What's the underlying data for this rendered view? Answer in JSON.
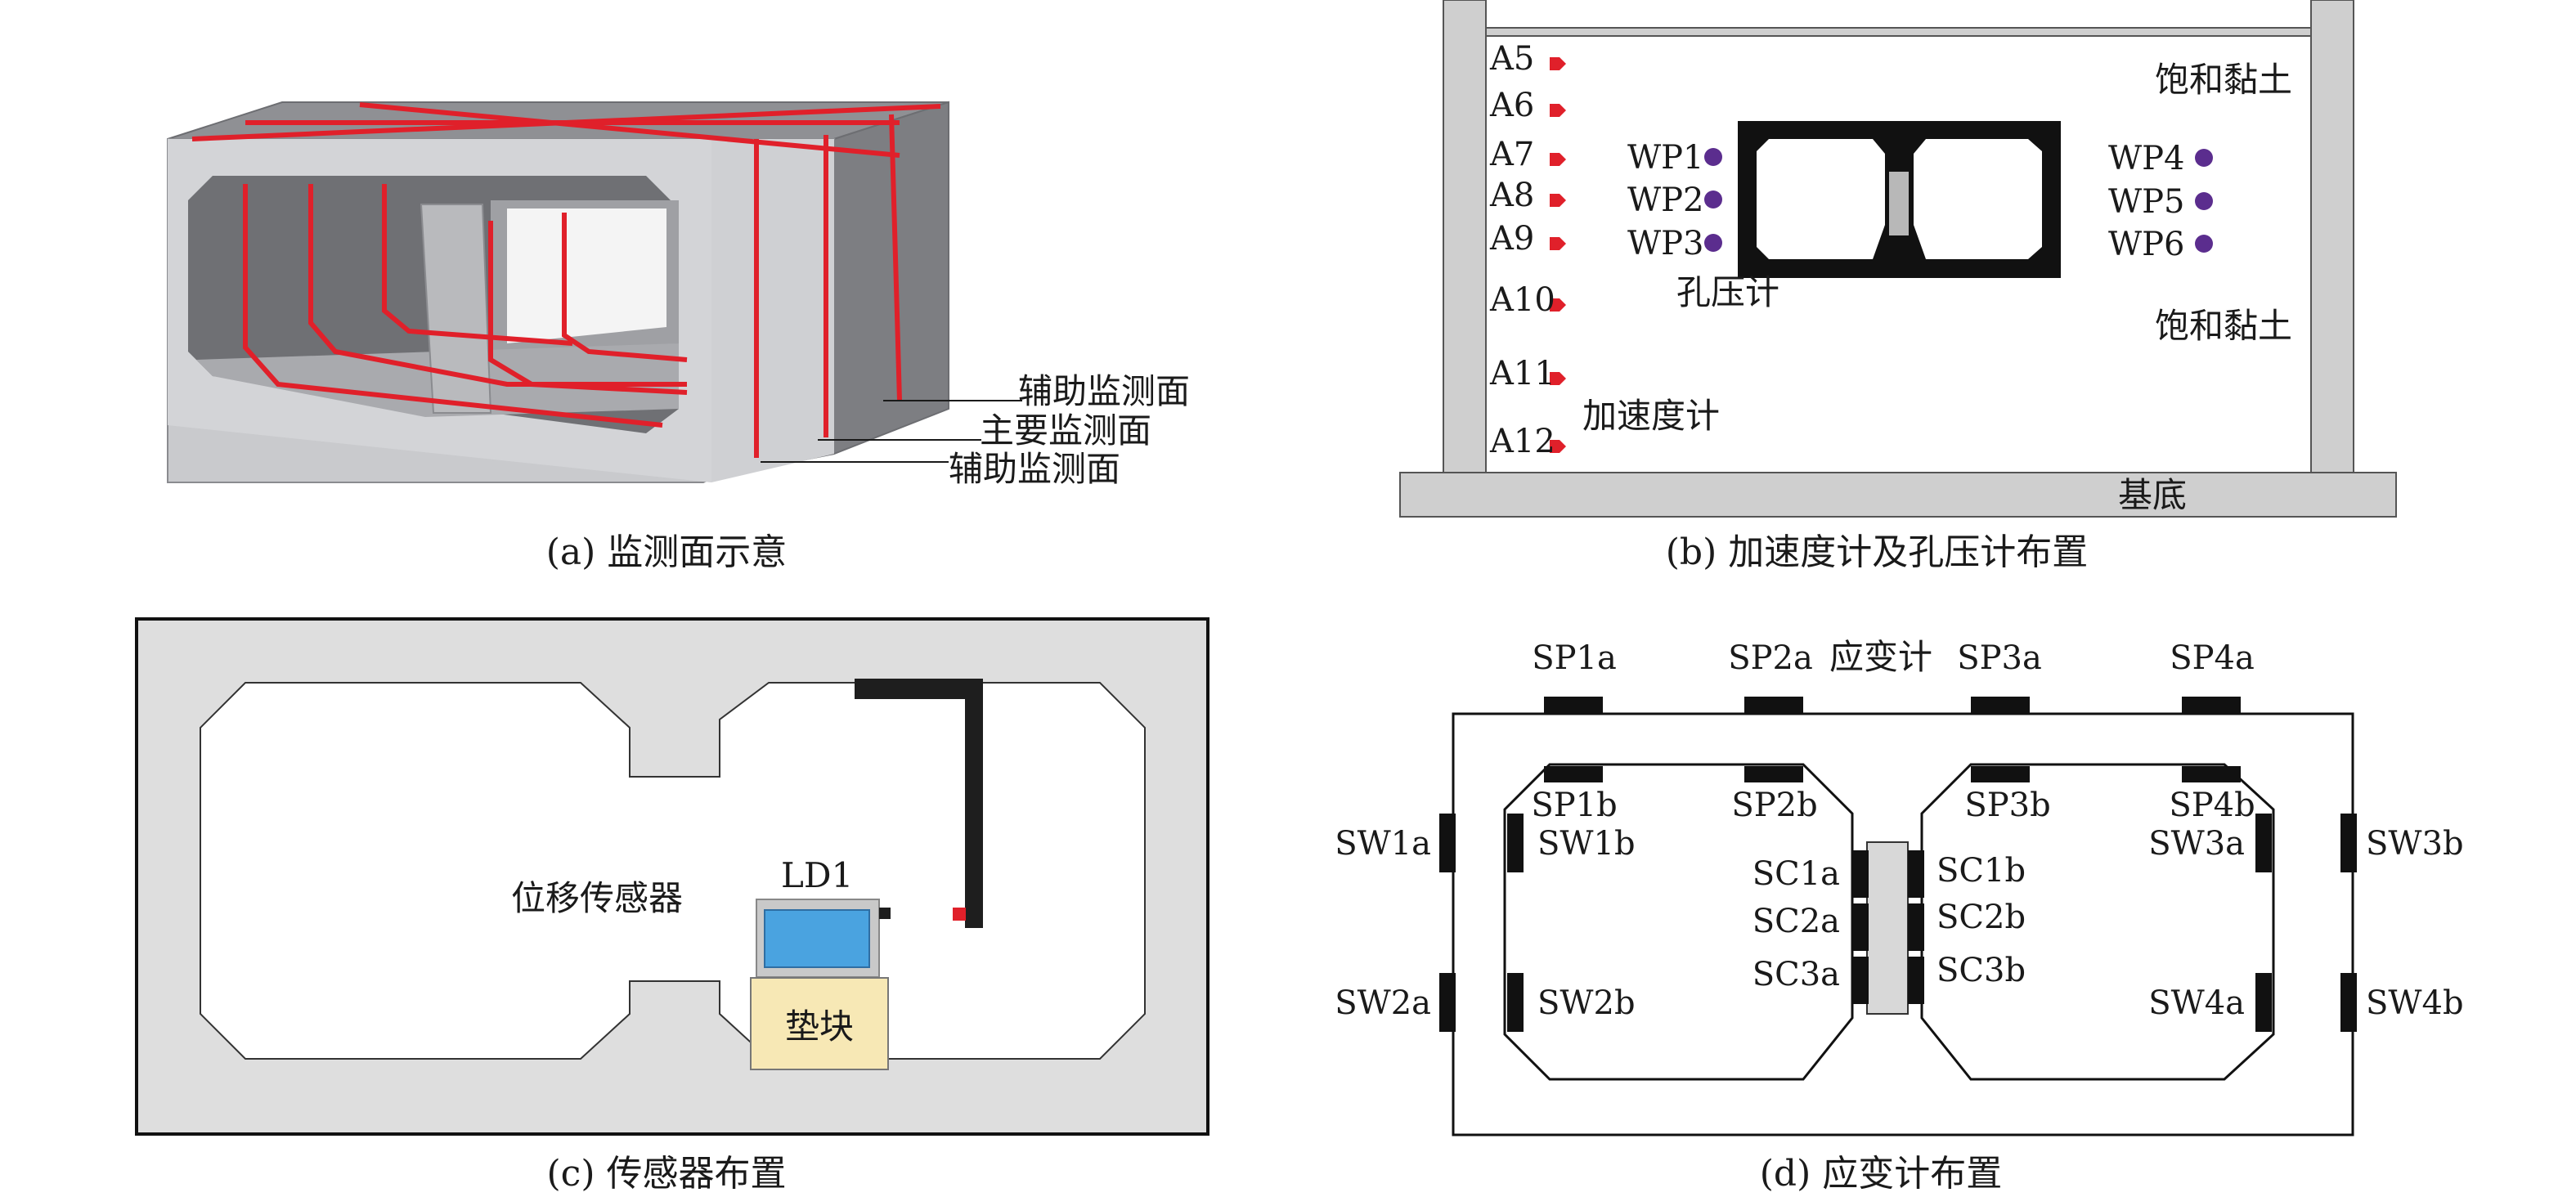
{
  "panel_a": {
    "caption": "(a) 监测面示意",
    "labels": {
      "aux_top": "辅助监测面",
      "main": "主要监测面",
      "aux_bottom": "辅助监测面"
    }
  },
  "panel_b": {
    "caption": "(b) 加速度计及孔压计布置",
    "accelerometers": [
      "A5",
      "A6",
      "A7",
      "A8",
      "A9",
      "A10",
      "A11",
      "A12"
    ],
    "pore_left": [
      "WP1",
      "WP2",
      "WP3"
    ],
    "pore_right": [
      "WP4",
      "WP5",
      "WP6"
    ],
    "soil_top": "饱和黏土",
    "soil_mid": "饱和黏土",
    "pore_label": "孔压计",
    "accel_label": "加速度计",
    "base_label": "基底",
    "colors": {
      "accel": "#e0202a",
      "pore": "#5b2d8e"
    }
  },
  "panel_c": {
    "caption": "(c) 传感器布置",
    "sensor_label": "位移传感器",
    "ld_label": "LD1",
    "block_label": "垫块",
    "colors": {
      "concrete": "#dedede",
      "screen": "#4aa3e0",
      "block": "#f7e8b5"
    }
  },
  "panel_d": {
    "caption": "(d) 应变计布置",
    "title": "应变计",
    "sp_top": [
      "SP1a",
      "SP2a",
      "SP3a",
      "SP4a"
    ],
    "sp_bottom": [
      "SP1b",
      "SP2b",
      "SP3b",
      "SP4b"
    ],
    "sw": [
      "SW1a",
      "SW1b",
      "SW2a",
      "SW2b",
      "SW3a",
      "SW3b",
      "SW4a",
      "SW4b"
    ],
    "sc_left": [
      "SC1a",
      "SC2a",
      "SC3a"
    ],
    "sc_right": [
      "SC1b",
      "SC2b",
      "SC3b"
    ]
  }
}
